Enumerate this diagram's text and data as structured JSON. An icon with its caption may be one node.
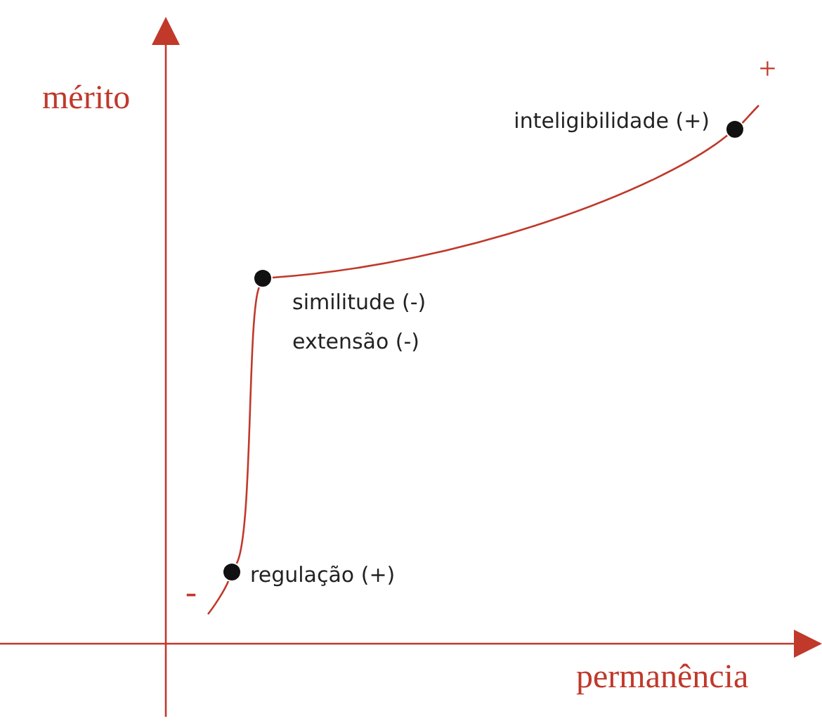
{
  "diagram": {
    "nodes": [
      {
        "text": [],
        "shape": "circle",
        "beside": [
          "regulação (+)"
        ]
      },
      {
        "text": [],
        "shape": "circle",
        "beside": [
          "similitude (-)",
          "extensão (-)"
        ]
      },
      {
        "text": [],
        "shape": "circle",
        "beside": [
          "inteligibilidade (+)"
        ]
      }
    ],
    "edges": [
      {
        "from": null,
        "to": 0,
        "arrow": "none",
        "color": "#c0392b"
      },
      {
        "from": 0,
        "to": 1,
        "arrow": "none",
        "color": "#c0392b"
      },
      {
        "from": 1,
        "to": 2,
        "arrow": "none",
        "color": "#c0392b"
      },
      {
        "from": 2,
        "to": null,
        "arrow": "none",
        "color": "#c0392b"
      }
    ],
    "labels": [
      "mérito",
      "+",
      "-",
      "permanência"
    ]
  }
}
